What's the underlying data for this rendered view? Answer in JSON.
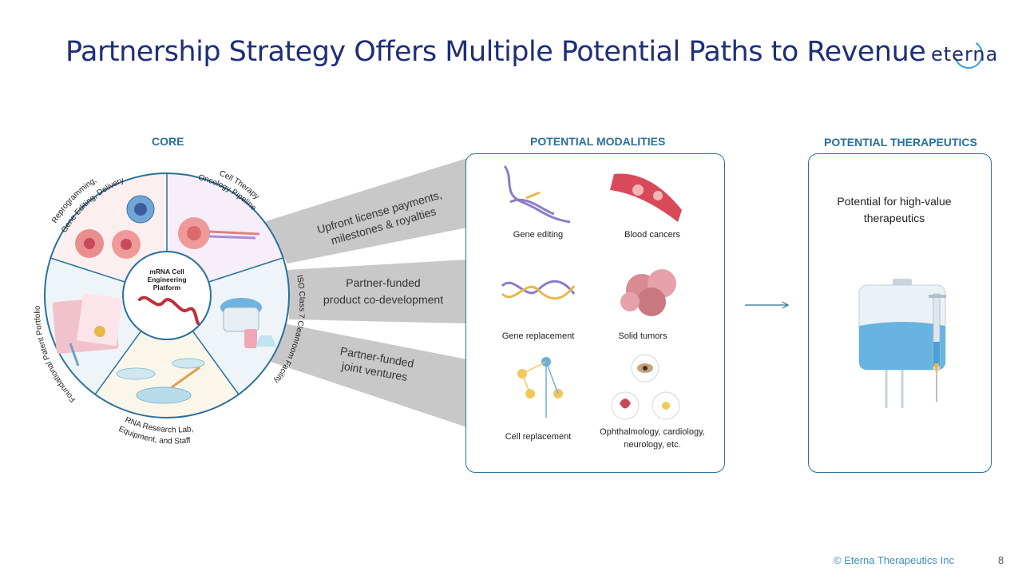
{
  "title": "Partnership Strategy Offers Multiple Potential Paths to Revenue",
  "logo_text": "eterna",
  "core": {
    "heading": "CORE",
    "center_label": [
      "mRNA Cell",
      "Engineering",
      "Platform"
    ],
    "segments": {
      "reprogramming": [
        "Reprogramming,",
        "Gene Editing, Delivery"
      ],
      "cell_therapy": [
        "Cell Therapy",
        "Oncology Pipeline"
      ],
      "iso": "ISO Class 7 Cleanroom Facility",
      "rna_lab": [
        "RNA Research Lab,",
        "Equipment, and Staff"
      ],
      "patent": "Foundational Patent Portfolio"
    }
  },
  "paths": [
    {
      "lines": [
        "Upfront license payments,",
        "milestones & royalties"
      ]
    },
    {
      "lines": [
        "Partner-funded",
        "product co-development"
      ]
    },
    {
      "lines": [
        "Partner-funded",
        "joint ventures"
      ]
    }
  ],
  "modalities": {
    "heading": "POTENTIAL MODALITIES",
    "items": [
      {
        "label": "Gene editing",
        "icon": "dna-scissors-icon"
      },
      {
        "label": "Blood cancers",
        "icon": "blood-vessel-icon"
      },
      {
        "label": "Gene replacement",
        "icon": "dna-helix-icon"
      },
      {
        "label": "Solid tumors",
        "icon": "tumor-icon"
      },
      {
        "label": "Cell replacement",
        "icon": "neuron-cells-icon"
      },
      {
        "label": "Ophthalmology, cardiology, neurology, etc.",
        "icon": "eye-heart-neuron-icon"
      }
    ]
  },
  "therapeutics": {
    "heading": "POTENTIAL THERAPEUTICS",
    "text": "Potential for high-value therapeutics",
    "icon": "iv-bag-syringe-icon"
  },
  "footer": "© Eterna Therapeutics Inc",
  "page_number": "8",
  "colors": {
    "title": "#1f2e7a",
    "accent": "#2a6f9a",
    "band": "#c8c8c8",
    "footer": "#3a8fc0"
  }
}
